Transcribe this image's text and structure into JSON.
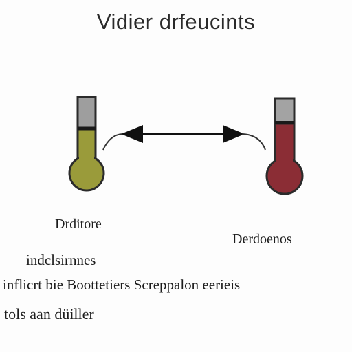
{
  "title": "Vidier drfeucints",
  "thermometer_left": {
    "label": "Drditore",
    "fill_color": "#9a9b3a",
    "cap_color": "#9e9e9e"
  },
  "thermometer_right": {
    "label": "Derdoenos",
    "fill_color": "#8b2d35",
    "cap_color": "#a3a3a3"
  },
  "arrow_icon": "double-arrow-icon",
  "description_lines": [
    "indclsirnnes",
    "inflicrt bie Boottetiers Screppalon eerieis",
    "tols aan düiller"
  ]
}
